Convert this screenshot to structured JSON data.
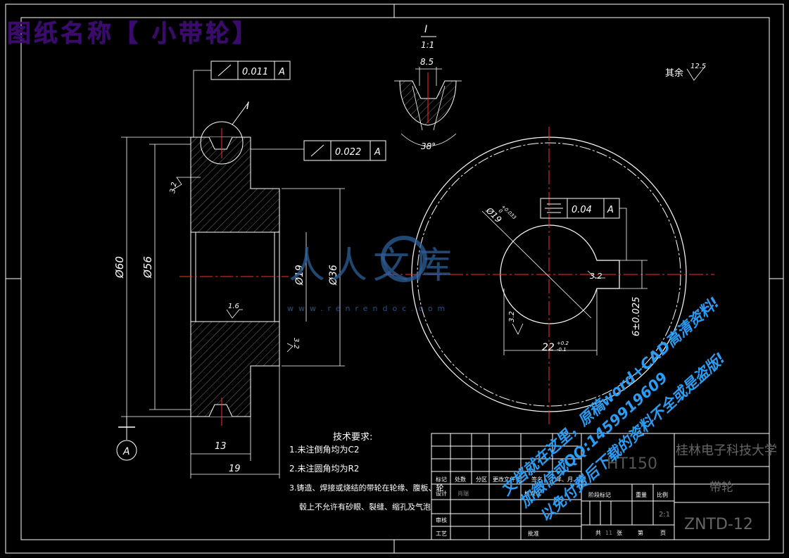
{
  "banner": {
    "title": "图纸名称【 小带轮】"
  },
  "detail": {
    "view_label": "I",
    "scale": "1:1",
    "width": "8.5",
    "angle": "38°"
  },
  "callout": {
    "label": "I"
  },
  "tolerances": {
    "runout_top": {
      "value": "0.011",
      "datum": "A"
    },
    "runout_mid": {
      "value": "0.022",
      "datum": "A"
    },
    "symmetry": {
      "value": "0.04",
      "datum": "A"
    }
  },
  "roughness": {
    "rest_label": "其余",
    "rest_value": "12.5",
    "r1": "3.2",
    "r2": "1.6",
    "r3": "3.2",
    "r4": "3.2",
    "r5": "3.2"
  },
  "dims": {
    "d60": "Ø60",
    "d56": "Ø56",
    "d19": "Ø19",
    "d36": "Ø36",
    "w13": "13",
    "w19": "19",
    "dia_bore": "Ø19",
    "dia_bore_tol": "+0.033",
    "dia_bore_tol2": "0",
    "key_width": "6±0.025",
    "key_depth": "22",
    "key_depth_tol": "+0.2",
    "key_depth_tol2": "-0.1"
  },
  "datum": {
    "label": "A"
  },
  "notes": {
    "heading": "技术要求:",
    "items": [
      "1.未注倒角均为C2",
      "2.未注圆角均为R2",
      "3.铸造、焊接或烧结的带轮在轮缘、腹板、轮",
      "毂上不允许有砂眼、裂缝、缩孔及气泡"
    ]
  },
  "titleblock": {
    "material": "HT150",
    "school": "桂林电子科技大学",
    "part_name": "带轮",
    "drawing_no": "ZNTD-12",
    "row_labels": [
      "标记",
      "处数",
      "分区",
      "更改文件号",
      "签名",
      "年、月、日"
    ],
    "design": "设计",
    "designer": "肖瑞",
    "std": "标准化",
    "check": "审核",
    "process": "工艺",
    "approve": "批准",
    "stage_cols": [
      "阶段标记",
      "重量",
      "比例"
    ],
    "ratio": "2:1",
    "sheet_total": "共",
    "sheet_count": "11",
    "sheet_page": "张",
    "sheet_no": "第",
    "sheet_page2": "页"
  },
  "watermark": {
    "logo": "人人文库",
    "url": "www.renrendoc.com",
    "lines": [
      "文档就在这里，原稿word+CAD高清资料!",
      "加微信或QQ:1459919609",
      "以免付费后下载的资料不全或是盗版!"
    ]
  }
}
